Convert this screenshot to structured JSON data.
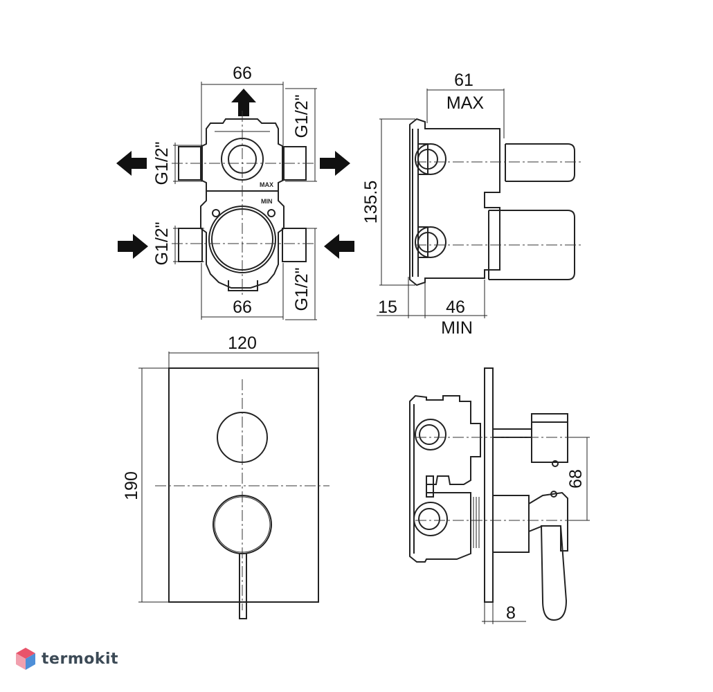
{
  "dimensions": {
    "top_width": "66",
    "bottom_width": "66",
    "thread_top_right": "G1/2\"",
    "thread_upper_left": "G1/2\"",
    "thread_lower_left": "G1/2\"",
    "thread_bottom_right": "G1/2\"",
    "body_height": "135.5",
    "depth_max": "61",
    "max_label": "MAX",
    "offset_15": "15",
    "depth_min": "46",
    "min_label": "MIN",
    "plate_width": "120",
    "plate_height": "190",
    "handle_spacing": "68",
    "plate_thickness": "8"
  },
  "body_marks": {
    "max": "MAX",
    "min": "MIN"
  },
  "logo": {
    "text": "termokit",
    "colors": [
      "#e8546b",
      "#4f8fd8"
    ]
  }
}
